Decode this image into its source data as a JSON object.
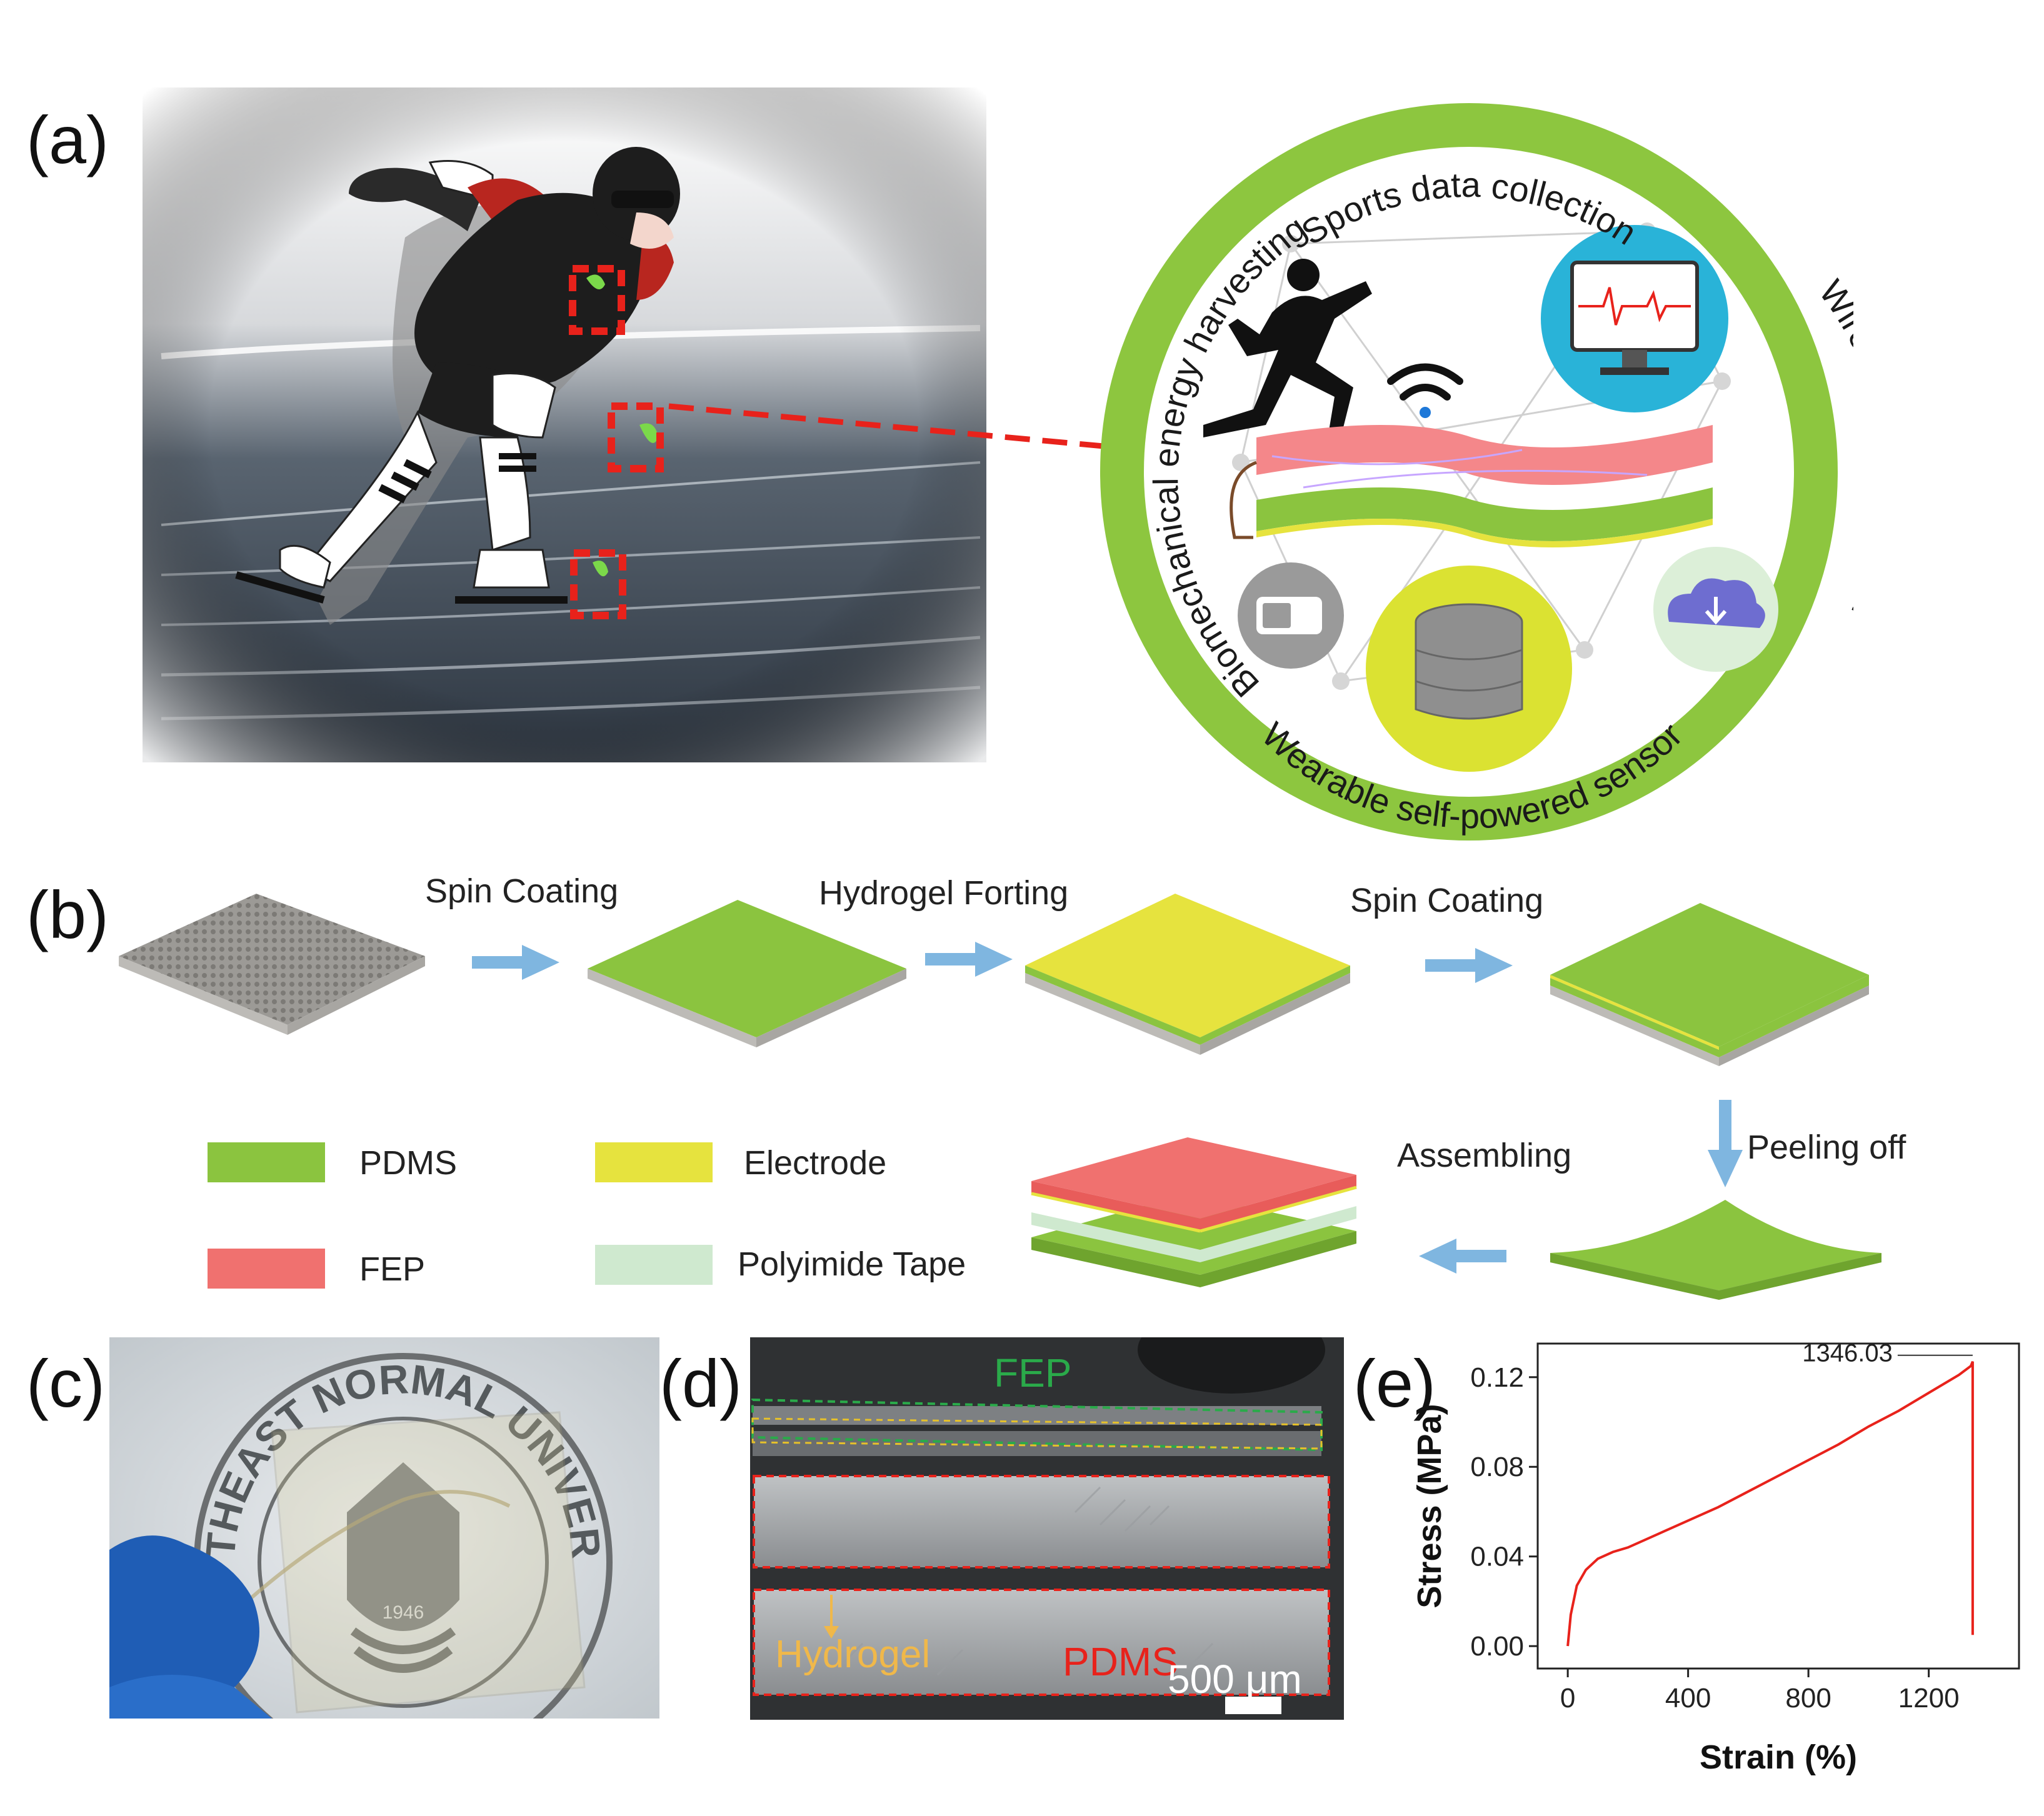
{
  "panels": {
    "a": {
      "label": "(a)",
      "ring_texts": {
        "top": "Sports data collection",
        "left": "Biomechanical energy harvesting",
        "right": "Wireless transmission",
        "bottom": "Wearable self-powered sensor"
      }
    },
    "b": {
      "label": "(b)",
      "steps": [
        "Spin Coating",
        "Hydrogel Forting",
        "Spin Coating",
        "Peeling off",
        "Assembling"
      ],
      "legend": [
        {
          "name": "PDMS",
          "color": "#8bc43f"
        },
        {
          "name": "Electrode",
          "color": "#e6e33e"
        },
        {
          "name": "FEP",
          "color": "#f0716f"
        },
        {
          "name": "Polyimide Tape",
          "color": "#cfe9cf"
        }
      ]
    },
    "c": {
      "label": "(c)",
      "seal_text": "NORTHEAST NORMAL UNIVERSITY",
      "seal_year": "1946"
    },
    "d": {
      "label": "(d)",
      "labels": {
        "fep": "FEP",
        "hydrogel": "Hydrogel",
        "pdms": "PDMS"
      },
      "scale_bar": "500 μm"
    },
    "e": {
      "label": "(e)"
    }
  },
  "colors": {
    "ring": "#8dc63f",
    "pdms": "#8bc43f",
    "electrode": "#e6e33e",
    "fep": "#f0716f",
    "tape": "#cfe9cf",
    "arrow_blue": "#7fb6e0",
    "dash_red": "#e8221b",
    "curve": "#e8221b"
  },
  "chart_data": {
    "type": "line",
    "xlabel": "Strain (%)",
    "ylabel": "Stress (MPa)",
    "xlim": [
      -100,
      1500
    ],
    "ylim": [
      -0.01,
      0.135
    ],
    "xticks": [
      0,
      400,
      800,
      1200
    ],
    "yticks": [
      0.0,
      0.04,
      0.08,
      0.12
    ],
    "tick_labels_x": [
      "0",
      "400",
      "800",
      "1200"
    ],
    "tick_labels_y": [
      "0.00",
      "0.04",
      "0.08",
      "0.12"
    ],
    "annotation": "1346.03",
    "series": [
      {
        "x": [
          0,
          10,
          30,
          60,
          100,
          150,
          200,
          300,
          400,
          500,
          600,
          700,
          800,
          900,
          1000,
          1100,
          1200,
          1300,
          1340,
          1346.03,
          1346.03
        ],
        "y": [
          0.0,
          0.014,
          0.027,
          0.034,
          0.039,
          0.042,
          0.044,
          0.05,
          0.056,
          0.062,
          0.069,
          0.076,
          0.083,
          0.09,
          0.098,
          0.105,
          0.113,
          0.121,
          0.125,
          0.127,
          0.005
        ]
      }
    ]
  }
}
